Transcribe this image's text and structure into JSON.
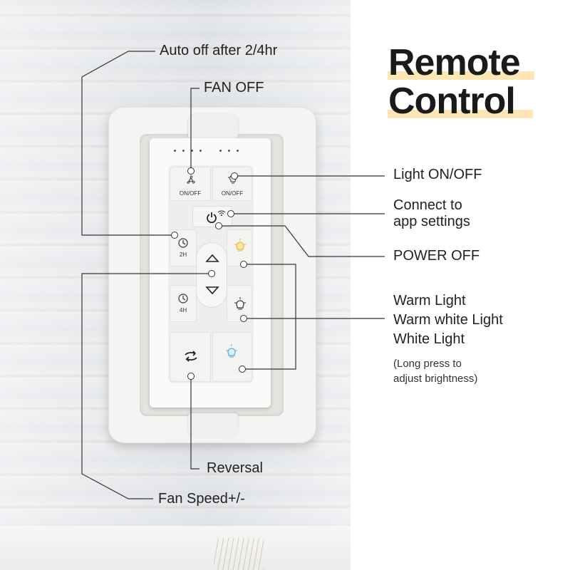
{
  "title": {
    "line1": "Remote",
    "line2": "Control"
  },
  "accent_color": "#fbe6b4",
  "remote": {
    "fan_key_label": "ON/OFF",
    "light_key_label": "ON/OFF",
    "timer_2h_label": "2H",
    "timer_4h_label": "4H",
    "icons": [
      "fan-icon",
      "bulb-icon",
      "power-icon",
      "wifi-icon",
      "clock-icon",
      "warm-bulb-icon",
      "up-arrow-icon",
      "down-arrow-icon",
      "white-bulb-icon",
      "reverse-icon",
      "cool-bulb-icon"
    ]
  },
  "callouts": {
    "auto_off": "Auto off after 2/4hr",
    "fan_off": "FAN OFF",
    "light_onoff": "Light ON/OFF",
    "connect_line1": "Connect to",
    "connect_line2": "app settings",
    "power_off": "POWER OFF",
    "warm_light": "Warm Light",
    "warm_white_light": "Warm white Light",
    "white_light": "White Light",
    "long_press_line1": "(Long press to",
    "long_press_line2": "adjust brightness)",
    "reversal": "Reversal",
    "fan_speed": "Fan Speed+/-"
  }
}
